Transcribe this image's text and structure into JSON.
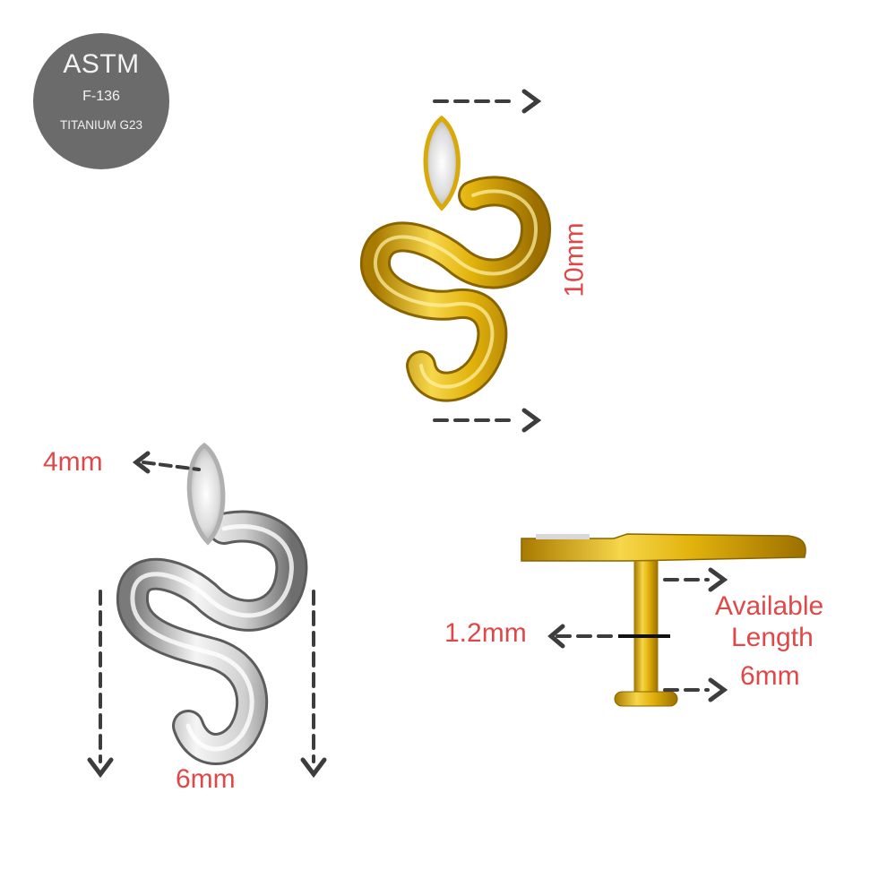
{
  "badge": {
    "line1": "ASTM",
    "line2": "F-136",
    "line3": "TITANIUM G23",
    "color": "#6b6b6b"
  },
  "top_view": {
    "height_label": "10mm",
    "finish": "gold"
  },
  "front_view": {
    "head_label": "4mm",
    "width_label": "6mm",
    "finish": "silver"
  },
  "side_view": {
    "post_diameter_label": "1.2mm",
    "available_length_label_1": "Available",
    "available_length_label_2": "Length",
    "available_length_value": "6mm",
    "finish": "gold"
  },
  "colors": {
    "label_red": "#e04848",
    "arrow_gray": "#3d3d3d",
    "gold": "#e8b80f",
    "silver": "#d9d9d9"
  }
}
